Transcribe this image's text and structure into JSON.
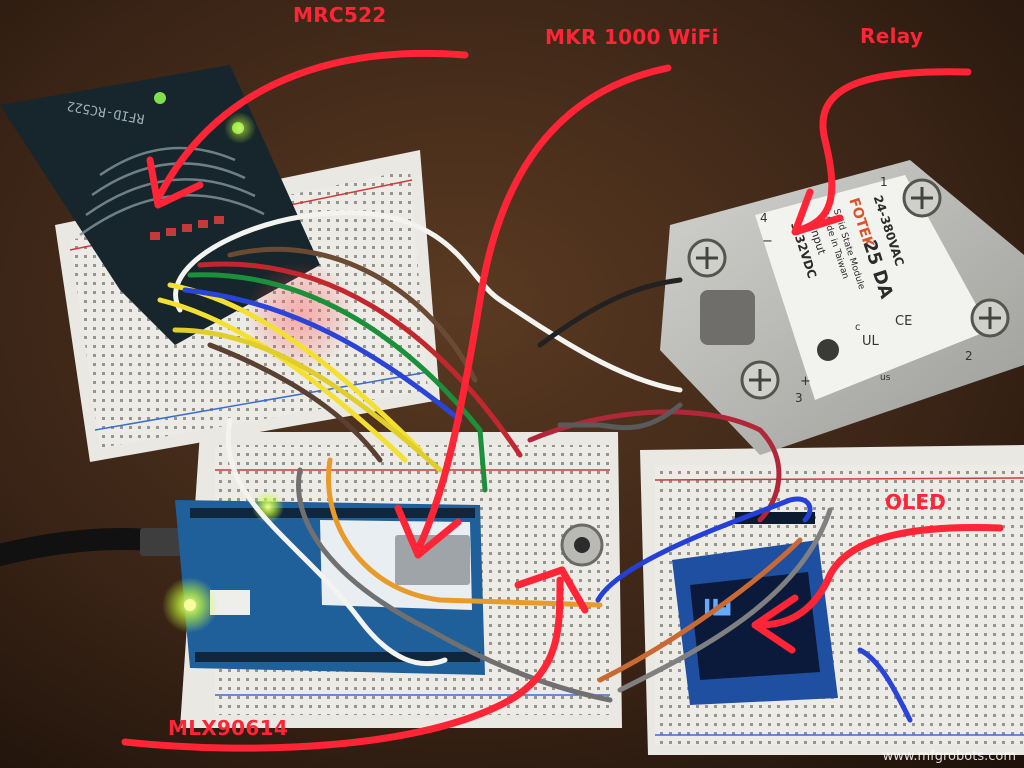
{
  "labels": {
    "mrc522": "MRC522",
    "mkr1000": "MKR 1000 WiFi",
    "relay": "Relay",
    "oled": "OLED",
    "mlx90614": "MLX90614"
  },
  "relay_text": {
    "brand": "FOTEK",
    "model": "25 DA",
    "type_lines": [
      "Solid State Module",
      "Made in Taiwan"
    ],
    "input_tag": "Input",
    "input_range": "3-32VDC",
    "output_range": "24-380VAC",
    "terminals": [
      "1",
      "2",
      "3",
      "4"
    ],
    "polarity_plus": "+",
    "polarity_minus": "−",
    "certs": [
      "CE",
      "c",
      "UL",
      "us"
    ]
  },
  "rfid_text": "RFID-RC522",
  "watermark": "www.mfgrobots.com",
  "colors": {
    "annotation": "#ff2436",
    "table": "#3a2416",
    "breadboard": "#ecebe6",
    "pcb_rfid": "#16262c",
    "pcb_mkr": "#1f5f9a",
    "relay_body": "#b9b9b6",
    "oled_screen": "#0b1a3a",
    "led_green": "#c8ff3a"
  }
}
